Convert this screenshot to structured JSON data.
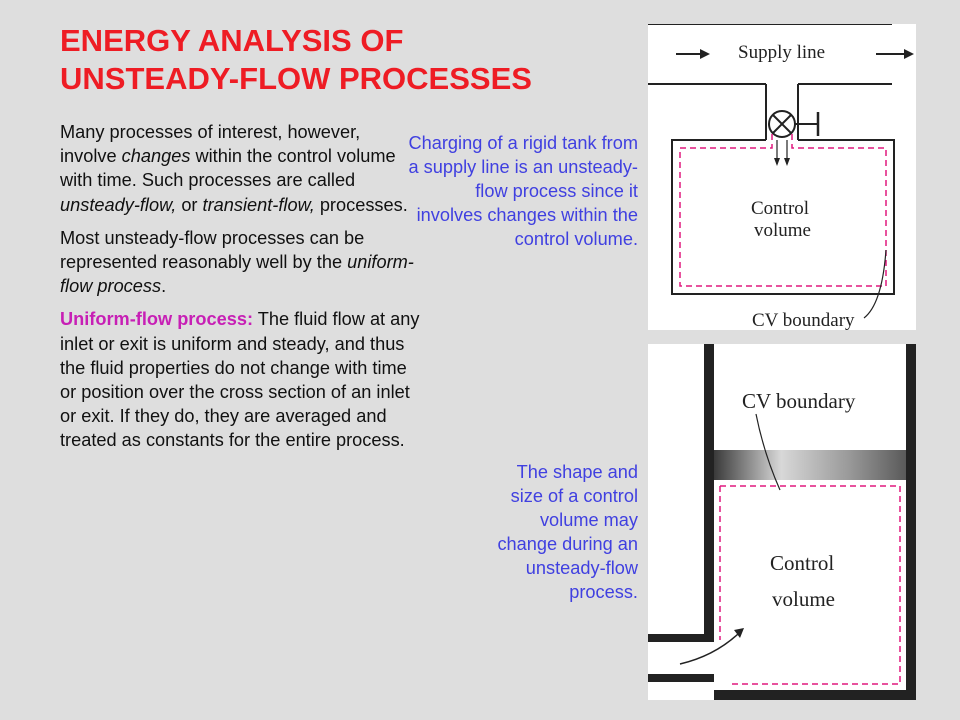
{
  "slide": {
    "title_line1": "ENERGY ANALYSIS OF",
    "title_line2": "UNSTEADY-FLOW PROCESSES"
  },
  "body": {
    "p1": {
      "t1": "Many processes of interest, however, involve ",
      "t2": "changes",
      "t3": " within the control volume with time. Such processes are called ",
      "t4": "unsteady-flow,",
      "t5": " or ",
      "t6": "transient-flow,",
      "t7": " processes."
    },
    "p2": {
      "t1": "Most unsteady-flow processes can be represented reasonably well by the ",
      "t2": "uniform-flow process",
      "t3": "."
    },
    "p3": {
      "term": "Uniform-flow process:",
      "text": " The fluid flow at any inlet or exit is uniform and steady, and thus the fluid properties do not change with time or position over the cross section of an inlet or exit. If they do, they are averaged and treated as constants for the entire process."
    }
  },
  "captions": {
    "tank": "Charging of a rigid tank from a supply line is an unsteady-flow process since it involves changes within the control volume.",
    "piston": "The shape and size of a control volume may change during an unsteady-flow process."
  },
  "fig_tank": {
    "supply_line": "Supply line",
    "control": "Control",
    "volume": "volume",
    "cv_boundary": "CV boundary"
  },
  "fig_piston": {
    "cv_boundary": "CV boundary",
    "control": "Control",
    "volume": "volume"
  },
  "colors": {
    "title": "#ee1c24",
    "highlight": "#c71fb5",
    "caption": "#4040e0",
    "boundary": "#e0187f"
  }
}
